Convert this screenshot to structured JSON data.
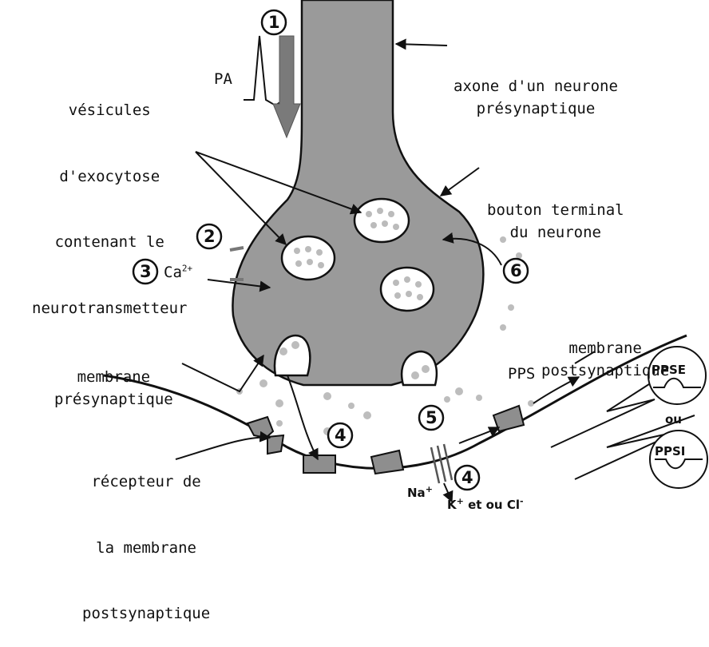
{
  "labels": {
    "axone": [
      "axone d'un neurone",
      "présynaptique"
    ],
    "vesicules": [
      "vésicules",
      "d'exocytose",
      "contenant le",
      "neurotransmetteur"
    ],
    "bouton": [
      "bouton terminal",
      "du neurone"
    ],
    "membrane_post": [
      "membrane",
      "postsynaptique"
    ],
    "membrane_pre": [
      "membrane",
      "présynaptique"
    ],
    "recepteur": [
      "récepteur de",
      "la membrane",
      "postsynaptique"
    ],
    "pa": "PA",
    "ca": "Ca",
    "ca_charge": "2+",
    "pps": "PPS",
    "ppse": "PPSE",
    "ou": "ou",
    "ppsi": "PPSI",
    "na": "Na",
    "na_charge": "+",
    "k_cl": "K",
    "k_charge": "+",
    "k_cl_rest": " et ou Cl",
    "cl_charge": "-"
  },
  "steps": [
    "1",
    "2",
    "3",
    "4",
    "5",
    "6",
    "4"
  ]
}
